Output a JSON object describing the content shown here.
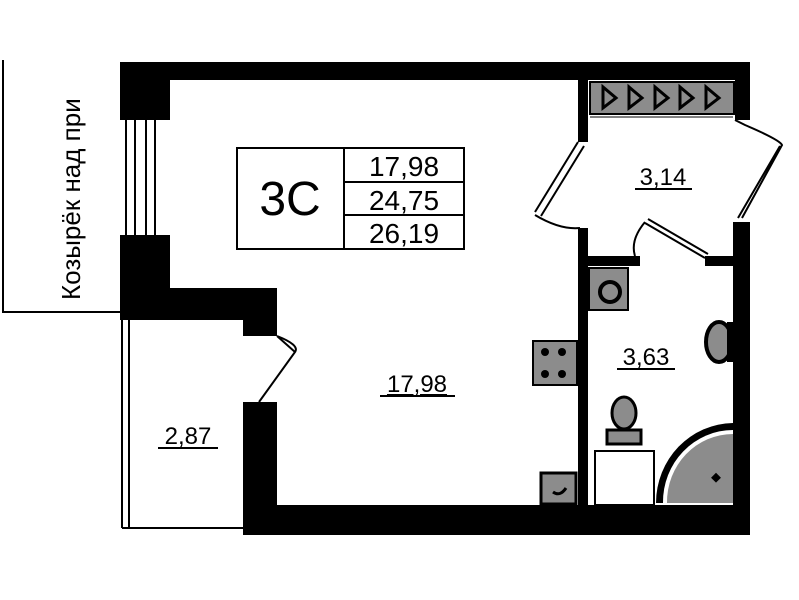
{
  "plan": {
    "canopy_label": "Козырёк над при",
    "apartment_type": "3С",
    "areas_summary": [
      "17,98",
      "24,75",
      "26,19"
    ],
    "rooms": {
      "living": "17,98",
      "balcony": "2,87",
      "hallway": "3,14",
      "bathroom": "3,63"
    }
  },
  "colors": {
    "wall": "#000000",
    "fixture": "#8c8c8c",
    "background": "#ffffff"
  }
}
